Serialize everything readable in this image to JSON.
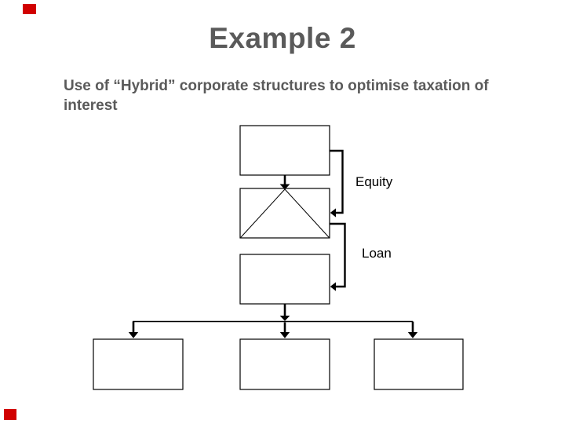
{
  "slide": {
    "title": "Example 2",
    "subtitle": "Use of “Hybrid” corporate structures to optimise taxation of\ninterest"
  },
  "diagram": {
    "labels": {
      "equity": "Equity",
      "loan": "Loan"
    },
    "nodes": [
      {
        "id": "top-parent-box",
        "label": ""
      },
      {
        "id": "hybrid-entity-box",
        "label": "",
        "note": "contains triangle glyph"
      },
      {
        "id": "middle-company-box",
        "label": ""
      },
      {
        "id": "bottom-left-box",
        "label": ""
      },
      {
        "id": "bottom-middle-box",
        "label": ""
      },
      {
        "id": "bottom-right-box",
        "label": ""
      }
    ],
    "connectors": [
      {
        "id": "equity-connector",
        "from": "top-parent-box",
        "to": "hybrid-entity-box",
        "label": "Equity"
      },
      {
        "id": "loan-connector",
        "from": "hybrid-entity-box",
        "to": "middle-company-box",
        "label": "Loan"
      },
      {
        "id": "parent-to-hybrid-arrow",
        "from": "top-parent-box",
        "to": "hybrid-entity-box"
      },
      {
        "id": "hybrid-to-company-arrow",
        "from": "hybrid-entity-box",
        "to": "middle-company-box"
      },
      {
        "id": "distribution-line",
        "from": "middle-company-box",
        "to": [
          "bottom-left-box",
          "bottom-middle-box",
          "bottom-right-box"
        ]
      }
    ]
  },
  "colors": {
    "accent_red": "#d10000",
    "heading_gray": "#5a5a5a",
    "line_black": "#000000",
    "background": "#ffffff"
  }
}
